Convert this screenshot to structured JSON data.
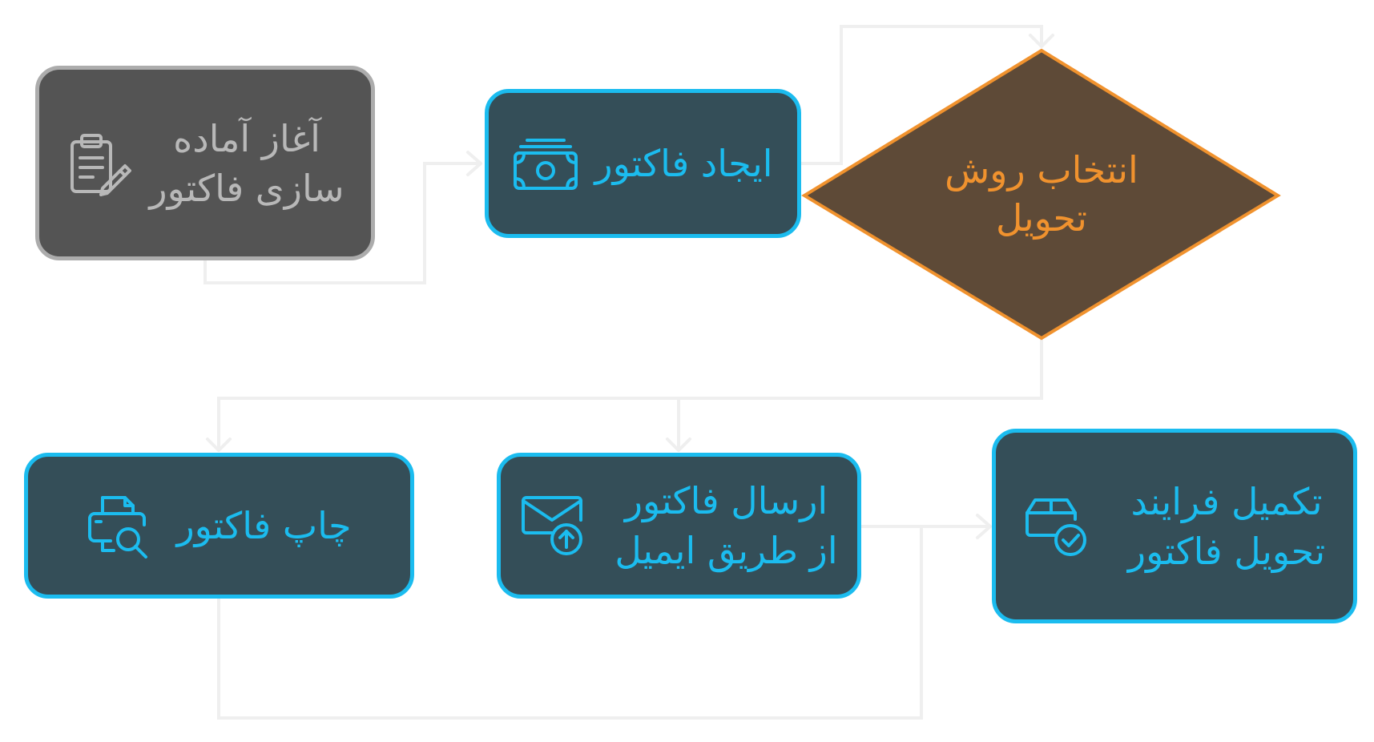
{
  "nodes": {
    "start": {
      "label": "آغاز آماده\nسازی فاکتور",
      "icon": "clipboard-edit-icon"
    },
    "create_invoice": {
      "label": "ایجاد فاکتور",
      "icon": "money-stack-icon"
    },
    "choose_delivery": {
      "label": "انتخاب روش\nتحویل"
    },
    "print_invoice": {
      "label": "چاپ فاکتور",
      "icon": "printer-search-icon"
    },
    "email_invoice": {
      "label": "ارسال فاکتور\nاز طریق ایمیل",
      "icon": "mail-upload-icon"
    },
    "complete_delivery": {
      "label": "تکمیل فرایند\nتحویل فاکتور",
      "icon": "box-check-icon"
    }
  },
  "colors": {
    "process_fill": "#344e58",
    "process_border": "#1bbcef",
    "start_fill": "#545454",
    "start_border": "#acacac",
    "start_text": "#b8b8b8",
    "decision_fill": "#5e4a37",
    "decision_border": "#f0922e",
    "connector": "#efefef"
  }
}
